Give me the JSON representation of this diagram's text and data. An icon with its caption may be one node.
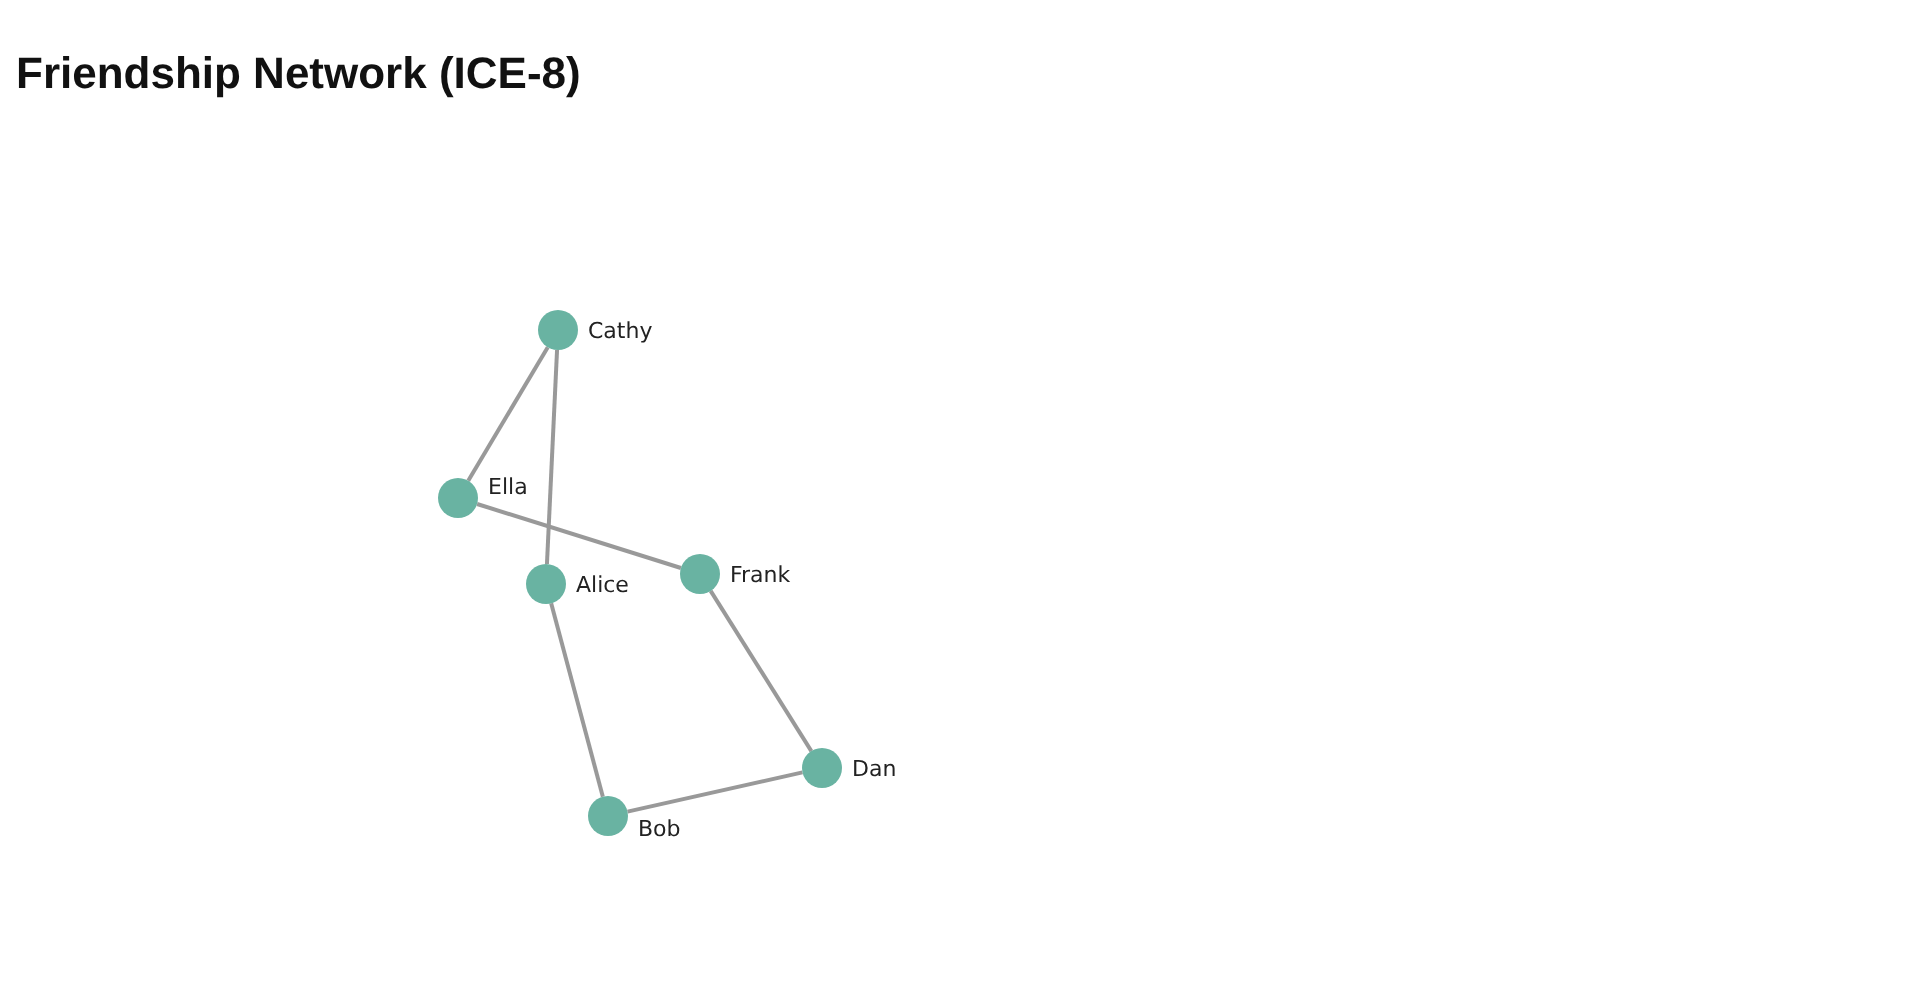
{
  "diagram": {
    "title": "Friendship Network (ICE-8)",
    "nodes": [
      {
        "text": [
          "Cathy"
        ]
      },
      {
        "text": [
          "Ella"
        ]
      },
      {
        "text": [
          "Frank"
        ]
      },
      {
        "text": [
          "Alice"
        ]
      },
      {
        "text": [
          "Dan"
        ]
      },
      {
        "text": [
          "Bob"
        ]
      }
    ],
    "edges": [
      {
        "from": 0,
        "to": 1,
        "arrow": "none"
      },
      {
        "from": 0,
        "to": 3,
        "arrow": "none"
      },
      {
        "from": 1,
        "to": 2,
        "arrow": "none"
      },
      {
        "from": 3,
        "to": 5,
        "arrow": "none"
      },
      {
        "from": 2,
        "to": 4,
        "arrow": "none"
      },
      {
        "from": 5,
        "to": 4,
        "arrow": "none"
      }
    ]
  }
}
